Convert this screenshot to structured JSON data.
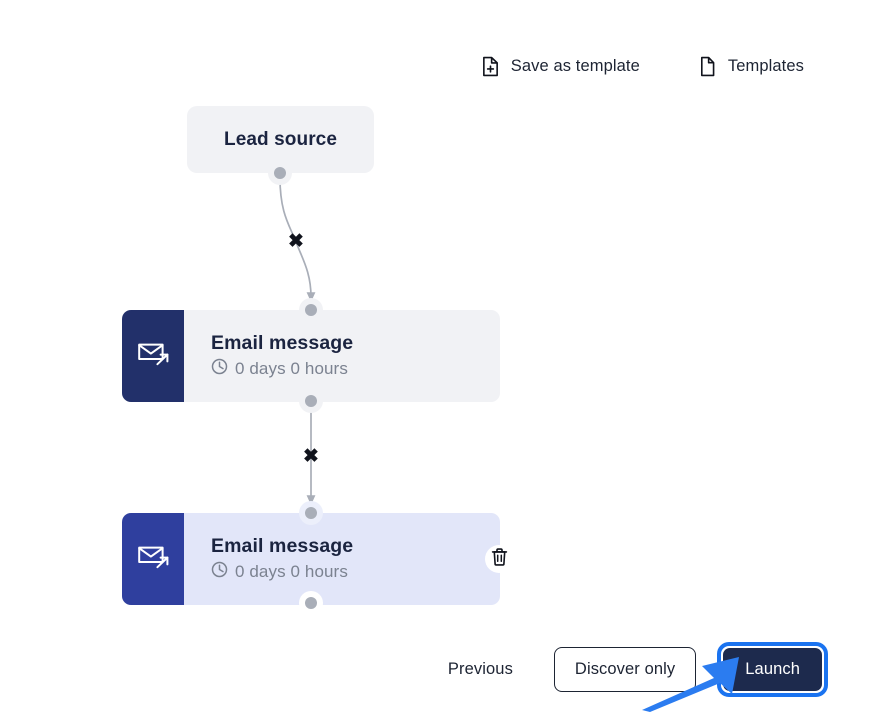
{
  "toolbar": {
    "actions": [
      {
        "label": "Save as template",
        "icon": "document-plus-icon"
      },
      {
        "label": "Templates",
        "icon": "document-icon"
      }
    ]
  },
  "flow": {
    "lead_node": {
      "title": "Lead source"
    },
    "nodes": [
      {
        "title": "Email message",
        "delay": "0 days 0 hours",
        "icon": "email-send-icon",
        "selected": false
      },
      {
        "title": "Email message",
        "delay": "0 days 0 hours",
        "icon": "email-send-icon",
        "selected": true,
        "delete_icon": "trash-icon"
      }
    ],
    "connectors": [
      {
        "marker": "✖",
        "style": "curved"
      },
      {
        "marker": "✖",
        "style": "straight"
      }
    ]
  },
  "footer": {
    "previous_label": "Previous",
    "discover_label": "Discover only",
    "launch_label": "Launch"
  },
  "colors": {
    "node_icon_default": "#22306a",
    "node_icon_selected": "#2f3f9e",
    "node_body_default": "#f1f2f5",
    "node_body_selected": "#e2e6f9",
    "launch_bg": "#1d2a4d",
    "focus_ring": "#1a73f0",
    "annotation_arrow": "#2b7cf0",
    "text_primary": "#1b2440",
    "text_muted": "#7b8290",
    "connector_line": "#a9aeb8"
  }
}
